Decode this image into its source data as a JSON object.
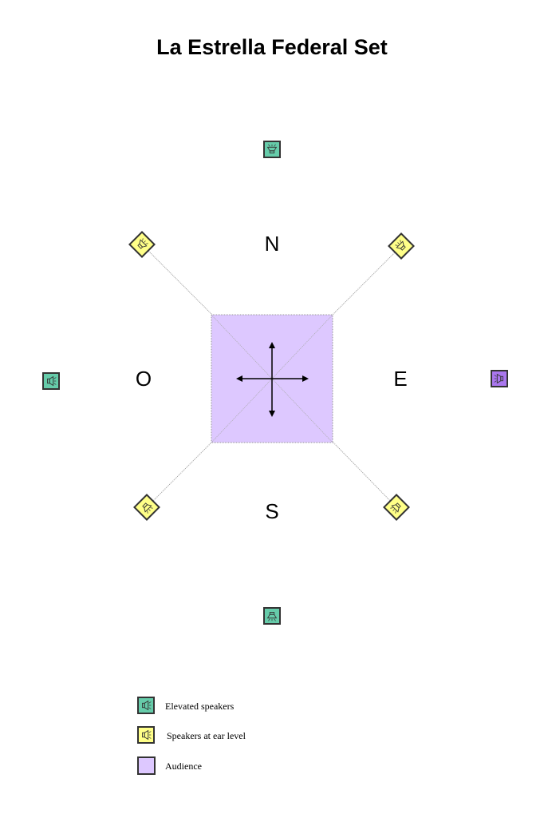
{
  "title": "La Estrella Federal Set",
  "compass": {
    "north": "N",
    "south": "S",
    "east": "E",
    "west": "O"
  },
  "colors": {
    "elevated": "#66ccaa",
    "ear_level": "#ffff88",
    "audience": "#ddc8ff",
    "special": "#aa77ee",
    "guide_lines": "#999999"
  },
  "speakers": [
    {
      "id": "north-elevated",
      "type": "elevated",
      "direction": "north",
      "icon": "speaker-icon"
    },
    {
      "id": "south-elevated",
      "type": "elevated",
      "direction": "south",
      "icon": "speaker-icon"
    },
    {
      "id": "west-elevated",
      "type": "elevated",
      "direction": "west",
      "icon": "speaker-icon"
    },
    {
      "id": "east-speaker",
      "type": "special",
      "direction": "east",
      "icon": "speaker-icon"
    },
    {
      "id": "northwest-ear",
      "type": "ear_level",
      "direction": "northwest",
      "icon": "speaker-icon"
    },
    {
      "id": "northeast-ear",
      "type": "ear_level",
      "direction": "northeast",
      "icon": "speaker-icon"
    },
    {
      "id": "southwest-ear",
      "type": "ear_level",
      "direction": "southwest",
      "icon": "speaker-icon"
    },
    {
      "id": "southeast-ear",
      "type": "ear_level",
      "direction": "southeast",
      "icon": "speaker-icon"
    }
  ],
  "legend": {
    "elevated": "Elevated speakers",
    "ear_level": "Speakers at ear level",
    "audience": "Audience"
  }
}
